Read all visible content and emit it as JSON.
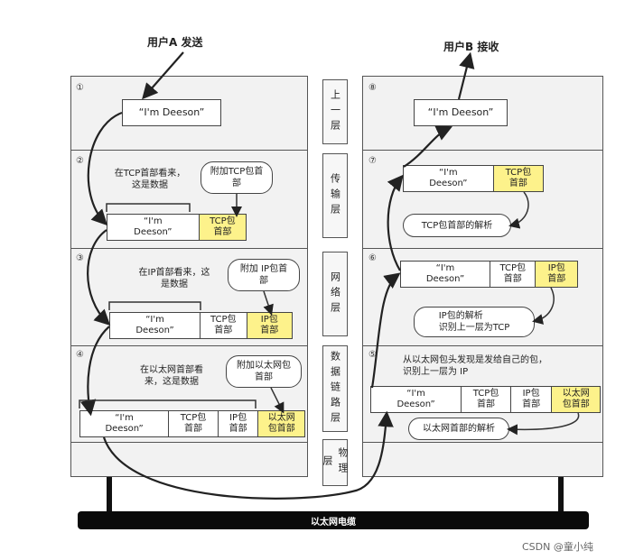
{
  "sender_title": "用户A 发送",
  "receiver_title": "用户B 接收",
  "markers": [
    "①",
    "②",
    "③",
    "④",
    "⑤",
    "⑥",
    "⑦",
    "⑧"
  ],
  "layers": [
    "上一层",
    "传输层",
    "网络层",
    "数据链路层",
    "物理层"
  ],
  "cable_label": "以太网电缆",
  "watermark": "CSDN @童小纯",
  "message": "“I'm Deeson”",
  "data_cell": "“I'm\nDeeson”",
  "tcp_header": "TCP包\n首部",
  "ip_header": "IP包\n首部",
  "eth_header": "以太网\n包首部",
  "left": {
    "note_transport": "在TCP首部看来，\n这是数据",
    "bubble_transport": "附加TCP包首\n部",
    "note_network": "在IP首部看来，这\n是数据",
    "bubble_network": "附加 IP包首\n部",
    "note_link": "在以太网首部看\n来，这是数据",
    "bubble_link": "附加以太网包\n首部"
  },
  "right": {
    "bubble_transport": "TCP包首部的解析",
    "bubble_network": "IP包的解析\n识别上一层为TCP",
    "note_link": "从以太网包头发现是发给自己的包，\n识别上一层为 IP",
    "bubble_link": "以太网首部的解析"
  },
  "colors": {
    "highlight": "#fdf28b",
    "cable": "#0a0a0a",
    "panel": "#f2f2f2"
  }
}
